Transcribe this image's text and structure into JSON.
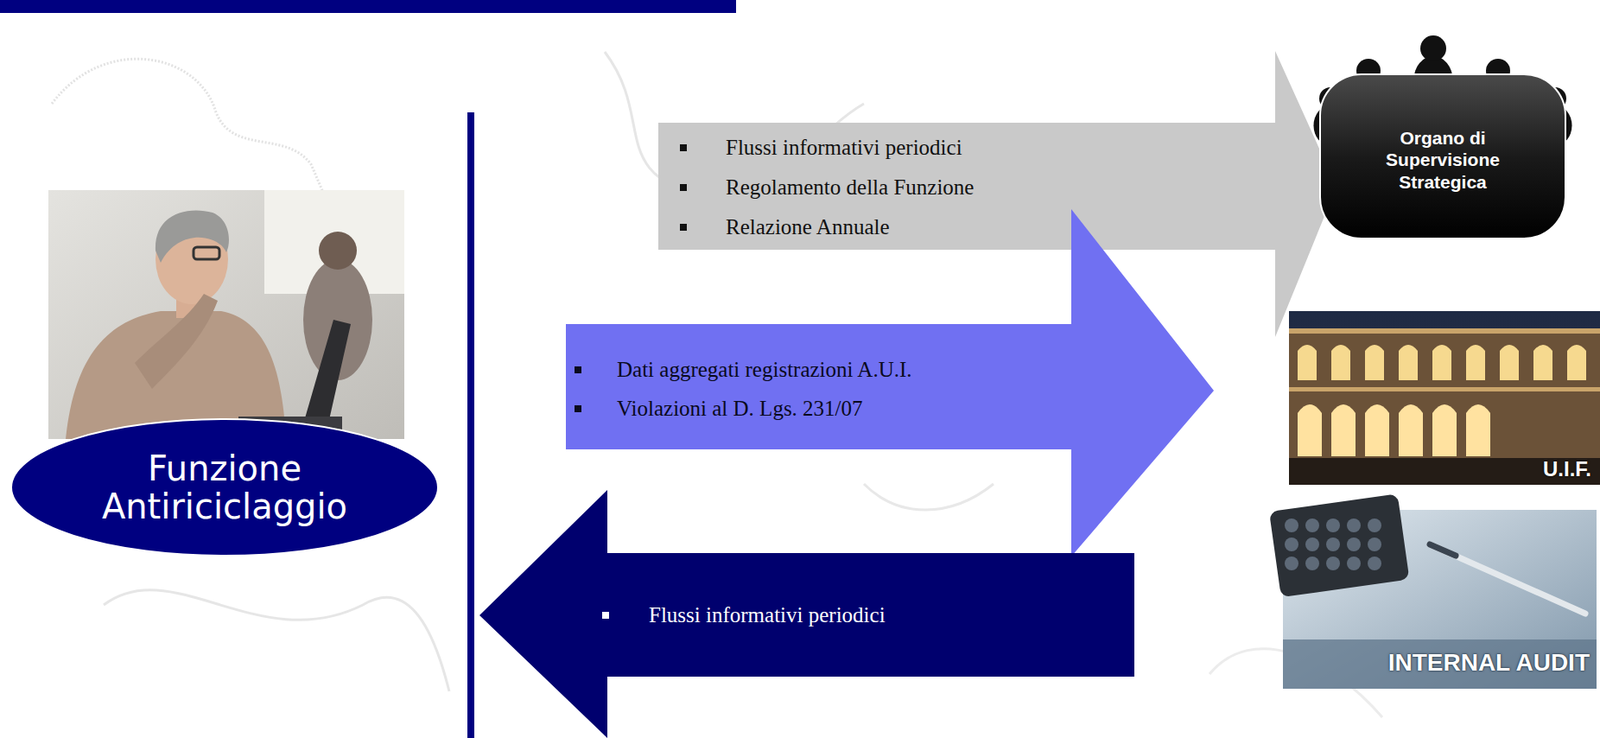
{
  "diagram": {
    "nodes": [
      {
        "text": [
          "Funzione Antiriciclaggio"
        ]
      },
      {
        "text": [
          "Flussi informativi periodici",
          "Regolamento della Funzione",
          "Relazione Annuale"
        ]
      },
      {
        "text": [
          "Organo di Supervisione Strategica"
        ]
      },
      {
        "text": [
          "Dati aggregati registrazioni A.U.I.",
          "Violazioni al D. Lgs. 231/07"
        ]
      },
      {
        "text": [
          "U.I.F."
        ]
      },
      {
        "text": [
          "Flussi informativi periodici"
        ]
      },
      {
        "text": [
          "INTERNAL AUDIT"
        ]
      }
    ]
  }
}
